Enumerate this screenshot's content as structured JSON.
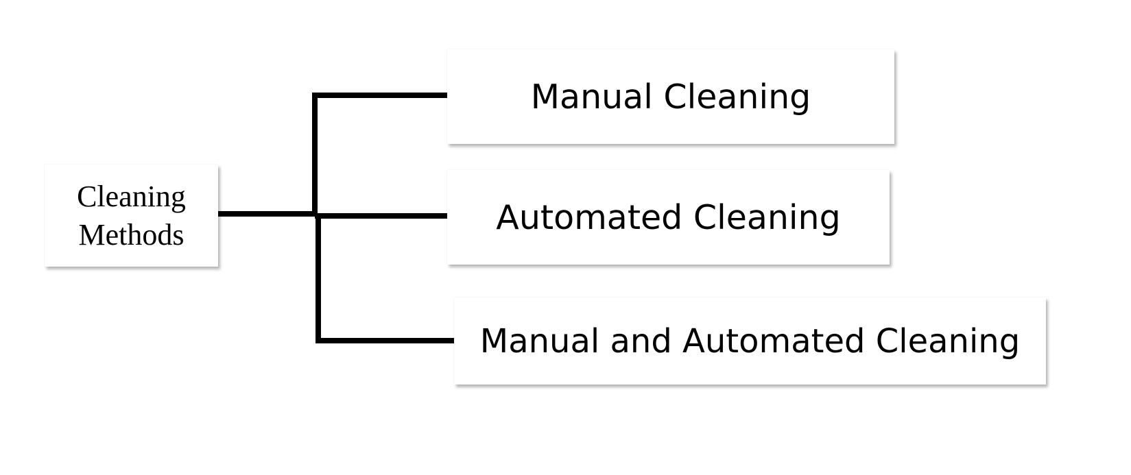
{
  "diagram": {
    "root": {
      "label": "Cleaning Methods"
    },
    "children": [
      {
        "label": "Manual Cleaning"
      },
      {
        "label": "Automated Cleaning"
      },
      {
        "label": "Manual and Automated Cleaning"
      }
    ],
    "colors": {
      "line": "#000000",
      "box_fill": "#ffffff",
      "text": "#000000"
    }
  }
}
